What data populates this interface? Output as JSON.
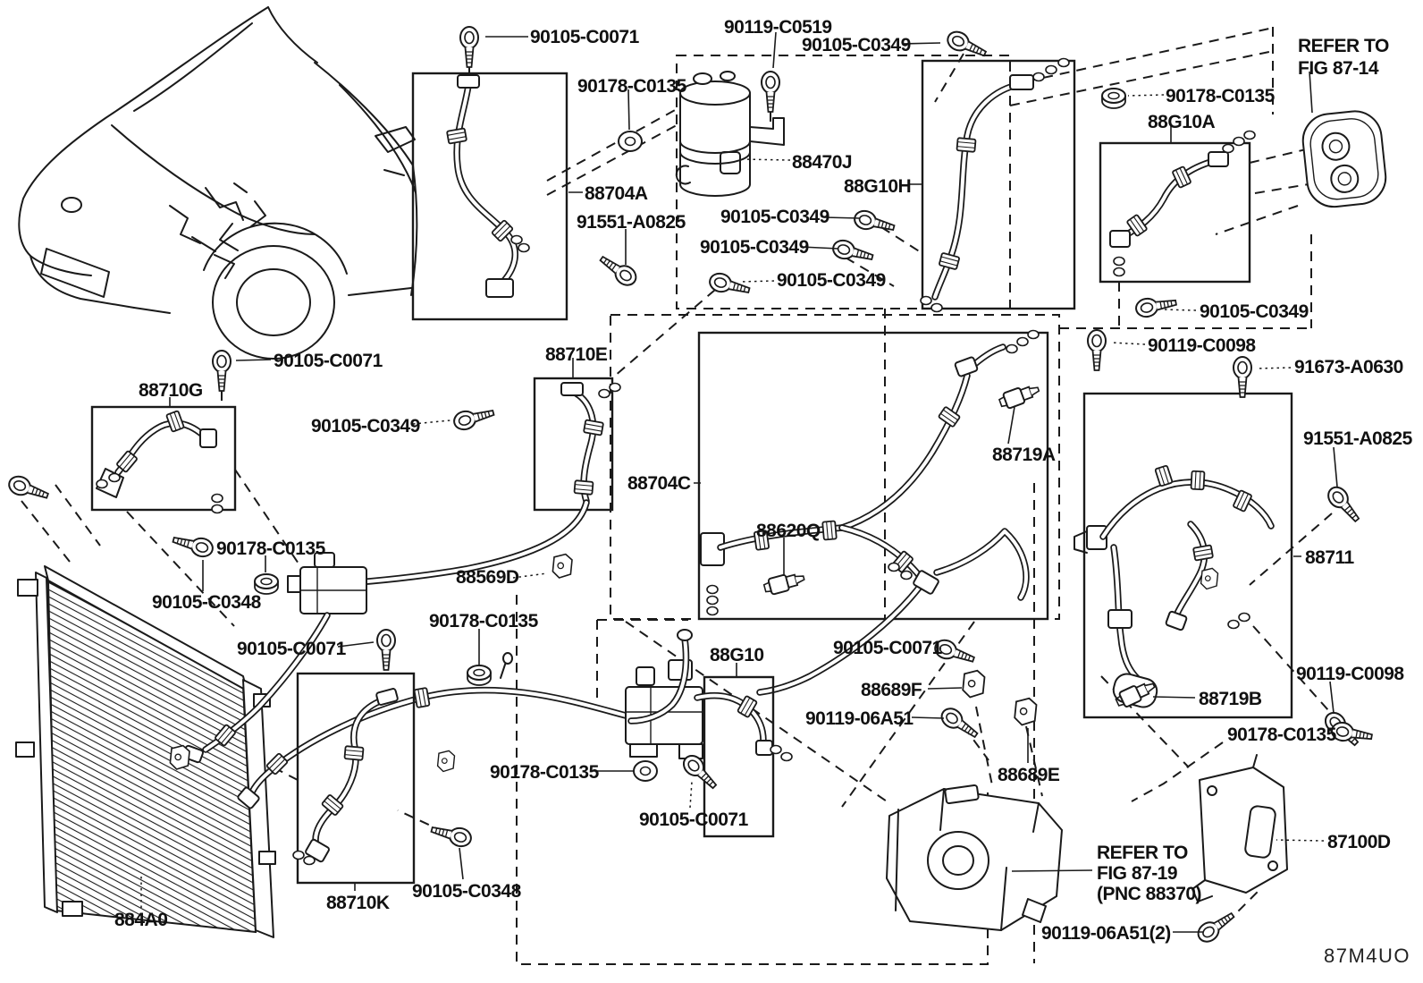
{
  "labels": [
    {
      "text": "90105-C0071"
    },
    {
      "text": "90119-C0519"
    },
    {
      "text": "90105-C0349"
    },
    {
      "text": "90178-C0135"
    },
    {
      "text": "88470J"
    },
    {
      "text": "88G10H"
    },
    {
      "text": "90178-C0135"
    },
    {
      "text": "88G10A"
    },
    {
      "text": "REFER TO"
    },
    {
      "text": "FIG 87-14"
    },
    {
      "text": "90105-C0349"
    },
    {
      "text": "90105-C0349"
    },
    {
      "text": "90105-C0349"
    },
    {
      "text": "88704A"
    },
    {
      "text": "91551-A0825"
    },
    {
      "text": "88710E"
    },
    {
      "text": "88710G"
    },
    {
      "text": "90105-C0071"
    },
    {
      "text": "90105-C0349"
    },
    {
      "text": "90178-C0135"
    },
    {
      "text": "90105-C0348"
    },
    {
      "text": "90105-C0071"
    },
    {
      "text": "88569D"
    },
    {
      "text": "88704C"
    },
    {
      "text": "88620Q"
    },
    {
      "text": "88719A"
    },
    {
      "text": "90105-C0349"
    },
    {
      "text": "90119-C0098"
    },
    {
      "text": "91673-A0630"
    },
    {
      "text": "91551-A0825"
    },
    {
      "text": "88711"
    },
    {
      "text": "90119-C0098"
    },
    {
      "text": "88719B"
    },
    {
      "text": "90178-C0135"
    },
    {
      "text": "90178-C0135"
    },
    {
      "text": "88G10"
    },
    {
      "text": "90178-C0135"
    },
    {
      "text": "90105-C0071"
    },
    {
      "text": "90105-C0071"
    },
    {
      "text": "88689F"
    },
    {
      "text": "90119-06A51"
    },
    {
      "text": "88689E"
    },
    {
      "text": "REFER TO"
    },
    {
      "text": "FIG 87-19"
    },
    {
      "text": "(PNC 88370)"
    },
    {
      "text": "87100D"
    },
    {
      "text": "90119-06A51(2)"
    },
    {
      "text": "884A0"
    },
    {
      "text": "88710K"
    },
    {
      "text": "90105-C0348"
    }
  ],
  "footer": {
    "diagram_code": "87M4UO"
  }
}
